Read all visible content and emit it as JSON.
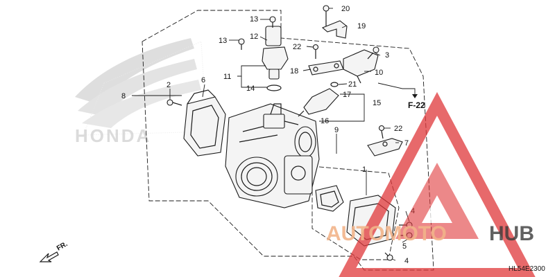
{
  "diagram": {
    "callouts": [
      {
        "id": "c1",
        "text": "1"
      },
      {
        "id": "c2",
        "text": "2"
      },
      {
        "id": "c3",
        "text": "3"
      },
      {
        "id": "c4a",
        "text": "4"
      },
      {
        "id": "c4b",
        "text": "4"
      },
      {
        "id": "c5",
        "text": "5"
      },
      {
        "id": "c6",
        "text": "6"
      },
      {
        "id": "c7",
        "text": "7"
      },
      {
        "id": "c8",
        "text": "8"
      },
      {
        "id": "c9",
        "text": "9"
      },
      {
        "id": "c10",
        "text": "10"
      },
      {
        "id": "c11",
        "text": "11"
      },
      {
        "id": "c12",
        "text": "12"
      },
      {
        "id": "c13a",
        "text": "13"
      },
      {
        "id": "c13b",
        "text": "13"
      },
      {
        "id": "c14",
        "text": "14"
      },
      {
        "id": "c15",
        "text": "15"
      },
      {
        "id": "c16",
        "text": "16"
      },
      {
        "id": "c17",
        "text": "17"
      },
      {
        "id": "c18",
        "text": "18"
      },
      {
        "id": "c19",
        "text": "19"
      },
      {
        "id": "c20",
        "text": "20"
      },
      {
        "id": "c21",
        "text": "21"
      },
      {
        "id": "c22a",
        "text": "22"
      },
      {
        "id": "c22b",
        "text": "22"
      }
    ],
    "ref_label": "F-22",
    "front_label": "FR.",
    "drawing_code": "HL54E2300"
  },
  "watermark": {
    "brand_text": "HONDA",
    "site_part1": "AUTOMOTO",
    "site_part2": "HUB",
    "colors": {
      "triangle": "#e0383a",
      "light_text": "#f2b48a",
      "dark_text": "#3a3a3a",
      "wing": "#c8c8c8"
    }
  }
}
